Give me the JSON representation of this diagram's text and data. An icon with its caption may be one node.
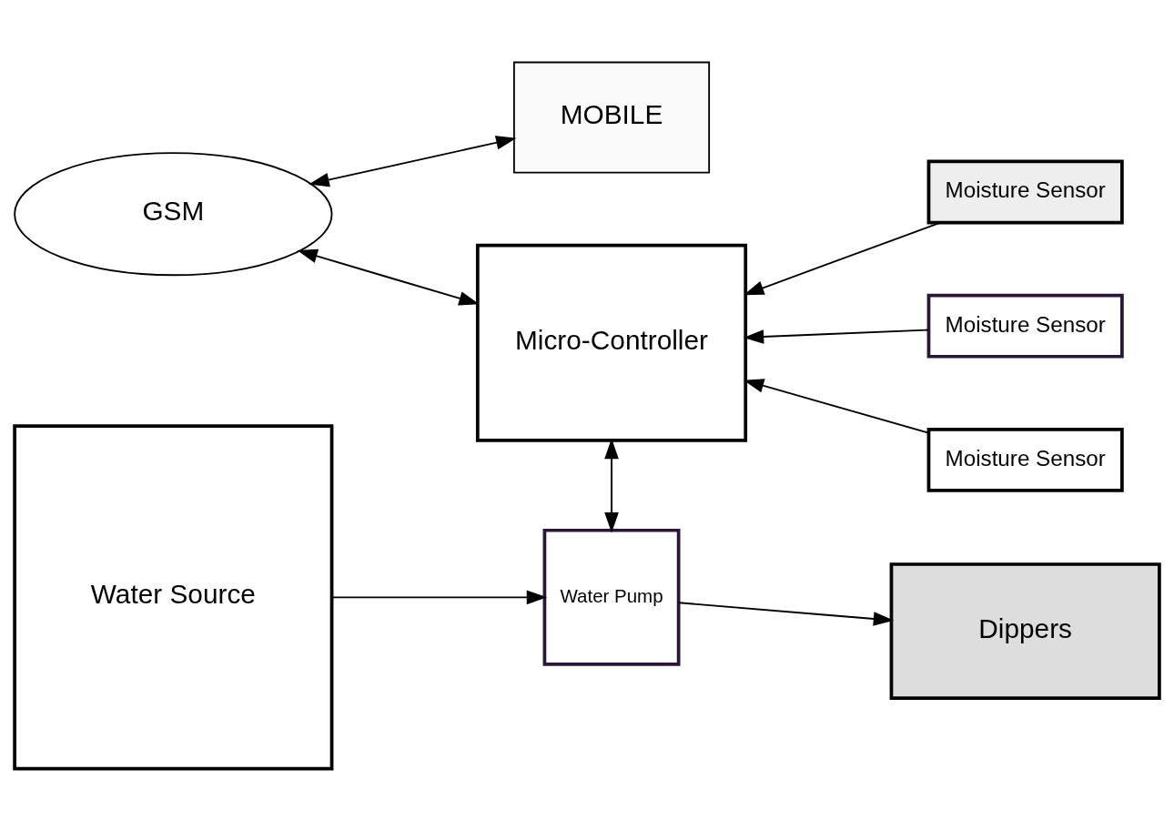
{
  "diagram": {
    "nodes": [
      {
        "text": [
          "MOBILE"
        ]
      },
      {
        "text": [
          "GSM"
        ]
      },
      {
        "text": [
          "Micro-Controller"
        ]
      },
      {
        "text": [
          "Moisture Sensor"
        ]
      },
      {
        "text": [
          "Moisture Sensor"
        ]
      },
      {
        "text": [
          "Moisture Sensor"
        ]
      },
      {
        "text": [
          "Water Source"
        ]
      },
      {
        "text": [
          "Water Pump"
        ]
      },
      {
        "text": [
          "Dippers"
        ]
      }
    ],
    "edges": [
      {
        "from": 1,
        "to": 0,
        "arrow": "both"
      },
      {
        "from": 1,
        "to": 2,
        "arrow": "both"
      },
      {
        "from": 3,
        "to": 2,
        "arrow": "to"
      },
      {
        "from": 4,
        "to": 2,
        "arrow": "to"
      },
      {
        "from": 5,
        "to": 2,
        "arrow": "to"
      },
      {
        "from": 2,
        "to": 7,
        "arrow": "both"
      },
      {
        "from": 6,
        "to": 7,
        "arrow": "to"
      },
      {
        "from": 7,
        "to": 8,
        "arrow": "to"
      }
    ]
  }
}
